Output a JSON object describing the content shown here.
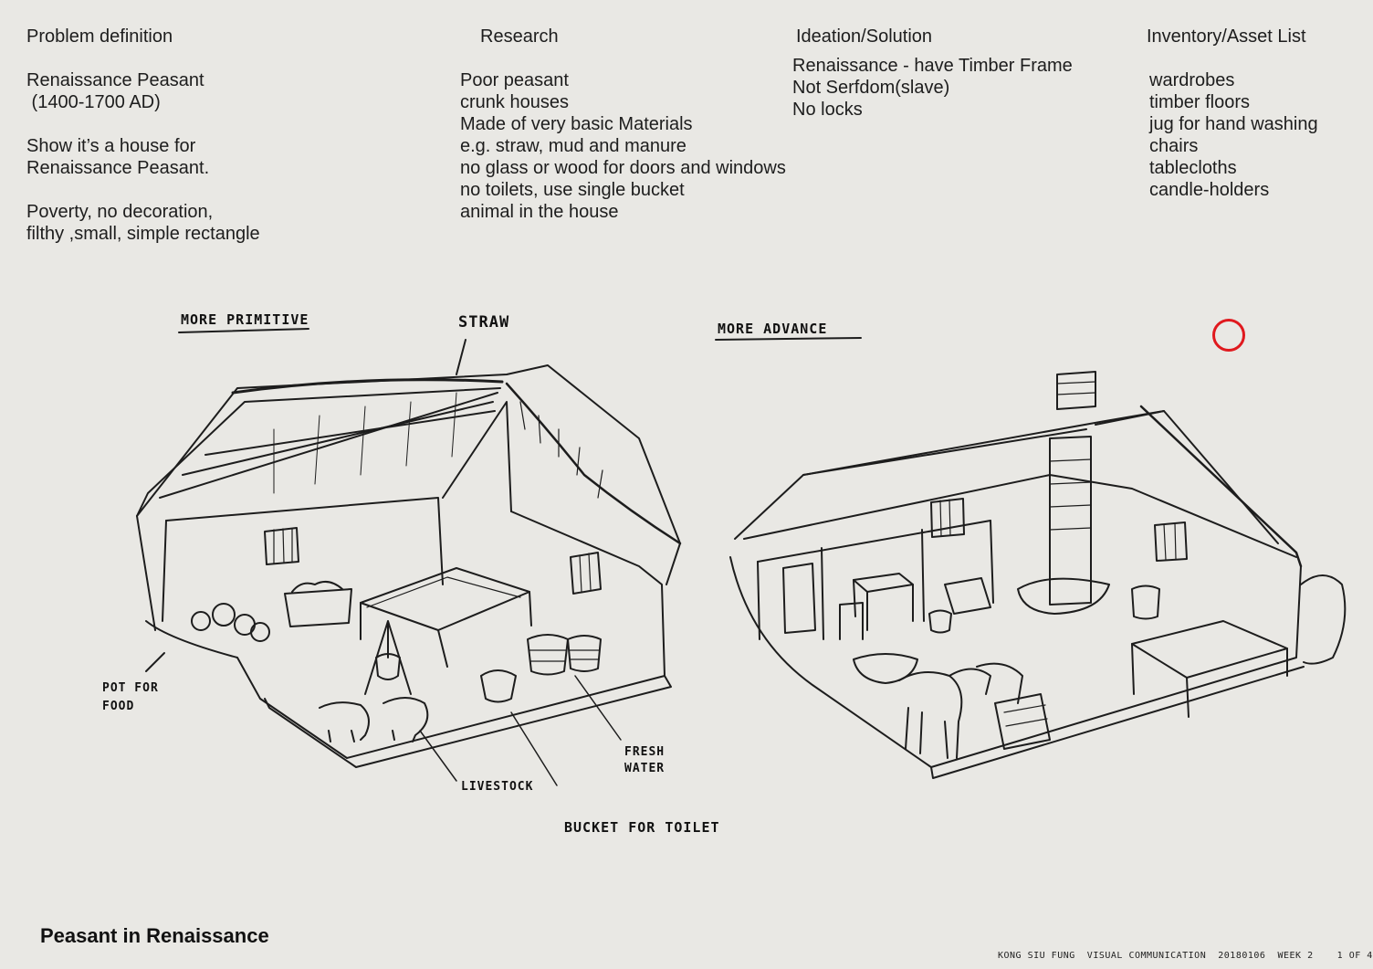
{
  "columns": {
    "problem": {
      "heading": "Problem definition",
      "lines": [
        "",
        "Renaissance Peasant",
        " (1400-1700 AD)",
        "",
        "Show it’s a house for",
        "Renaissance Peasant.",
        "",
        "Poverty, no decoration,",
        "filthy ,small, simple rectangle"
      ]
    },
    "research": {
      "heading": "Research",
      "lines": [
        "",
        "Poor peasant",
        "crunk houses",
        "Made of very basic Materials",
        "e.g. straw, mud and manure",
        "no glass or wood for doors and windows",
        "no toilets, use single bucket",
        "animal in the house"
      ]
    },
    "ideation": {
      "heading": "Ideation/Solution",
      "lines": [
        "Renaissance - have Timber Frame",
        "Not Serfdom(slave)",
        "No locks"
      ]
    },
    "inventory": {
      "heading": "Inventory/Asset List",
      "lines": [
        "",
        "wardrobes",
        "timber floors",
        "jug for hand washing",
        "chairs",
        "tablecloths",
        "candle-holders"
      ]
    }
  },
  "sketch_labels": {
    "more_primitive": "MORE PRIMITIVE",
    "straw": "STRAW",
    "more_advance": "MORE ADVANCE",
    "pot_for_food": "POT FOR\nFOOD",
    "livestock": "LIVESTOCK",
    "fresh_water": "FRESH\nWATER",
    "bucket_for_toilet": "BUCKET FOR TOILET"
  },
  "title": "Peasant in Renaissance",
  "footer": "KONG SIU FUNG  VISUAL COMMUNICATION  20180106  WEEK 2    1 OF 4",
  "colors": {
    "paper": "#e9e8e4",
    "ink": "#1d1d1d",
    "marker": "#e0191e"
  }
}
